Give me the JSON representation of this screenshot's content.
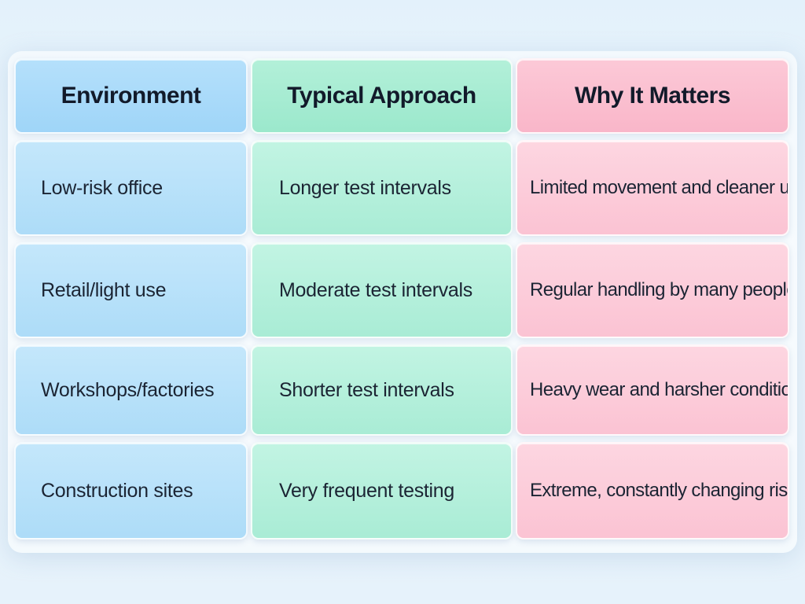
{
  "table": {
    "headers": [
      "Environment",
      "Typical Approach",
      "Why It Matters"
    ],
    "rows": [
      [
        "Low-risk office",
        "Longer test intervals",
        "Limited movement and cleaner use"
      ],
      [
        "Retail/light use",
        "Moderate test intervals",
        "Regular handling by many people"
      ],
      [
        "Workshops/factories",
        "Shorter test intervals",
        "Heavy wear and harsher conditions"
      ],
      [
        "Construction sites",
        "Very frequent testing",
        "Extreme, constantly changing risks"
      ]
    ]
  },
  "colors": {
    "environment_column": "#b5e0fb",
    "approach_column": "#b3f0d9",
    "why_column": "#fcc9d7",
    "text": "#1b2433"
  }
}
